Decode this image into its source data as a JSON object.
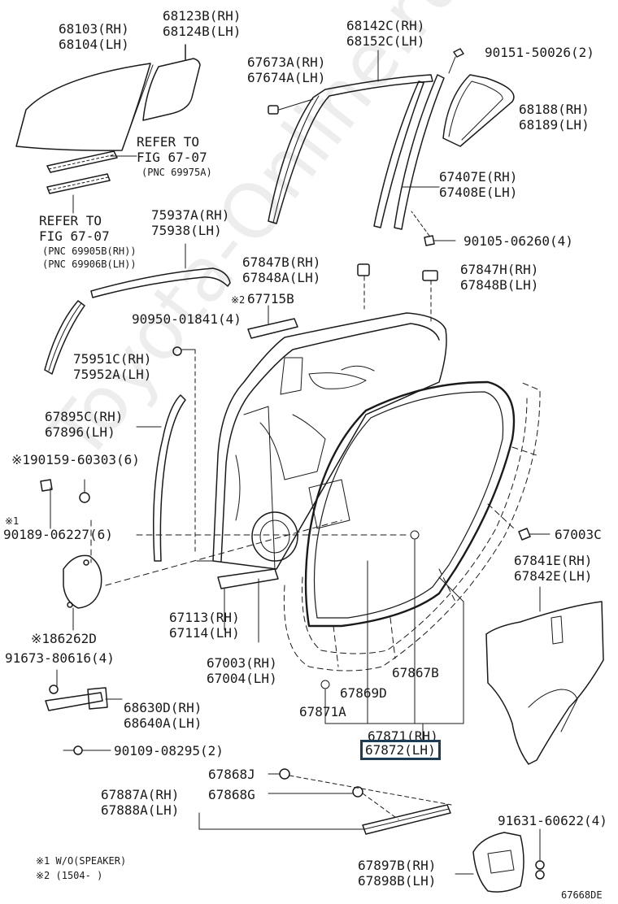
{
  "watermark": "Toyota-Online.ru",
  "diagram_code": "67668DE",
  "accent_color": "#1f3c55",
  "labels": {
    "l68103": "68103(RH)",
    "l68104": "68104(LH)",
    "l68123b": "68123B(RH)",
    "l68124b": "68124B(LH)",
    "refer1a": "REFER TO",
    "refer1b": "FIG 67-07",
    "refer1c": "(PNC 69975A)",
    "refer2a": "REFER TO",
    "refer2b": "FIG 67-07",
    "refer2c": "(PNC 69905B(RH))",
    "refer2d": "(PNC 69906B(LH))",
    "l67673a": "67673A(RH)",
    "l67674a": "67674A(LH)",
    "l68142c": "68142C(RH)",
    "l68152c": "68152C(LH)",
    "l90151": "90151-50026(2)",
    "l68188": "68188(RH)",
    "l68189": "68189(LH)",
    "l67407e": "67407E(RH)",
    "l67408e": "67408E(LH)",
    "l90105": "90105-06260(4)",
    "l75937a": "75937A(RH)",
    "l75938": "75938(LH)",
    "l67847b": "67847B(RH)",
    "l67848a": "67848A(LH)",
    "l67847h": "67847H(RH)",
    "l67848b": "67848B(LH)",
    "mark2": "※2",
    "l67715b": "67715B",
    "l90950": "90950-01841(4)",
    "l75951c": "75951C(RH)",
    "l75952a": "75952A(LH)",
    "l67895c": "67895C(RH)",
    "l67896": "67896(LH)",
    "l90159": "※190159-60303(6)",
    "mark1a": "※1",
    "l90189": "90189-06227(6)",
    "l67003c": "67003C",
    "l67841e": "67841E(RH)",
    "l67842e": "67842E(LH)",
    "l67113": "67113(RH)",
    "l67114": "67114(LH)",
    "l86262d": "※186262D",
    "l67003": "67003(RH)",
    "l67004": "67004(LH)",
    "l91673": "91673-80616(4)",
    "l67867b": "67867B",
    "l67869d": "67869D",
    "l68630d": "68630D(RH)",
    "l68640a": "68640A(LH)",
    "l67871a": "67871A",
    "l67871": "67871(RH)",
    "l67872": "67872(LH)",
    "l90109": "90109-08295(2)",
    "l67868j": "67868J",
    "l67887a": "67887A(RH)",
    "l67868g": "67868G",
    "l67888a": "67888A(LH)",
    "l91631": "91631-60622(4)",
    "note1": "※1 W/O(SPEAKER)",
    "note2": "※2 (1504-     )",
    "l67897b": "67897B(RH)",
    "l67898b": "67898B(LH)"
  }
}
